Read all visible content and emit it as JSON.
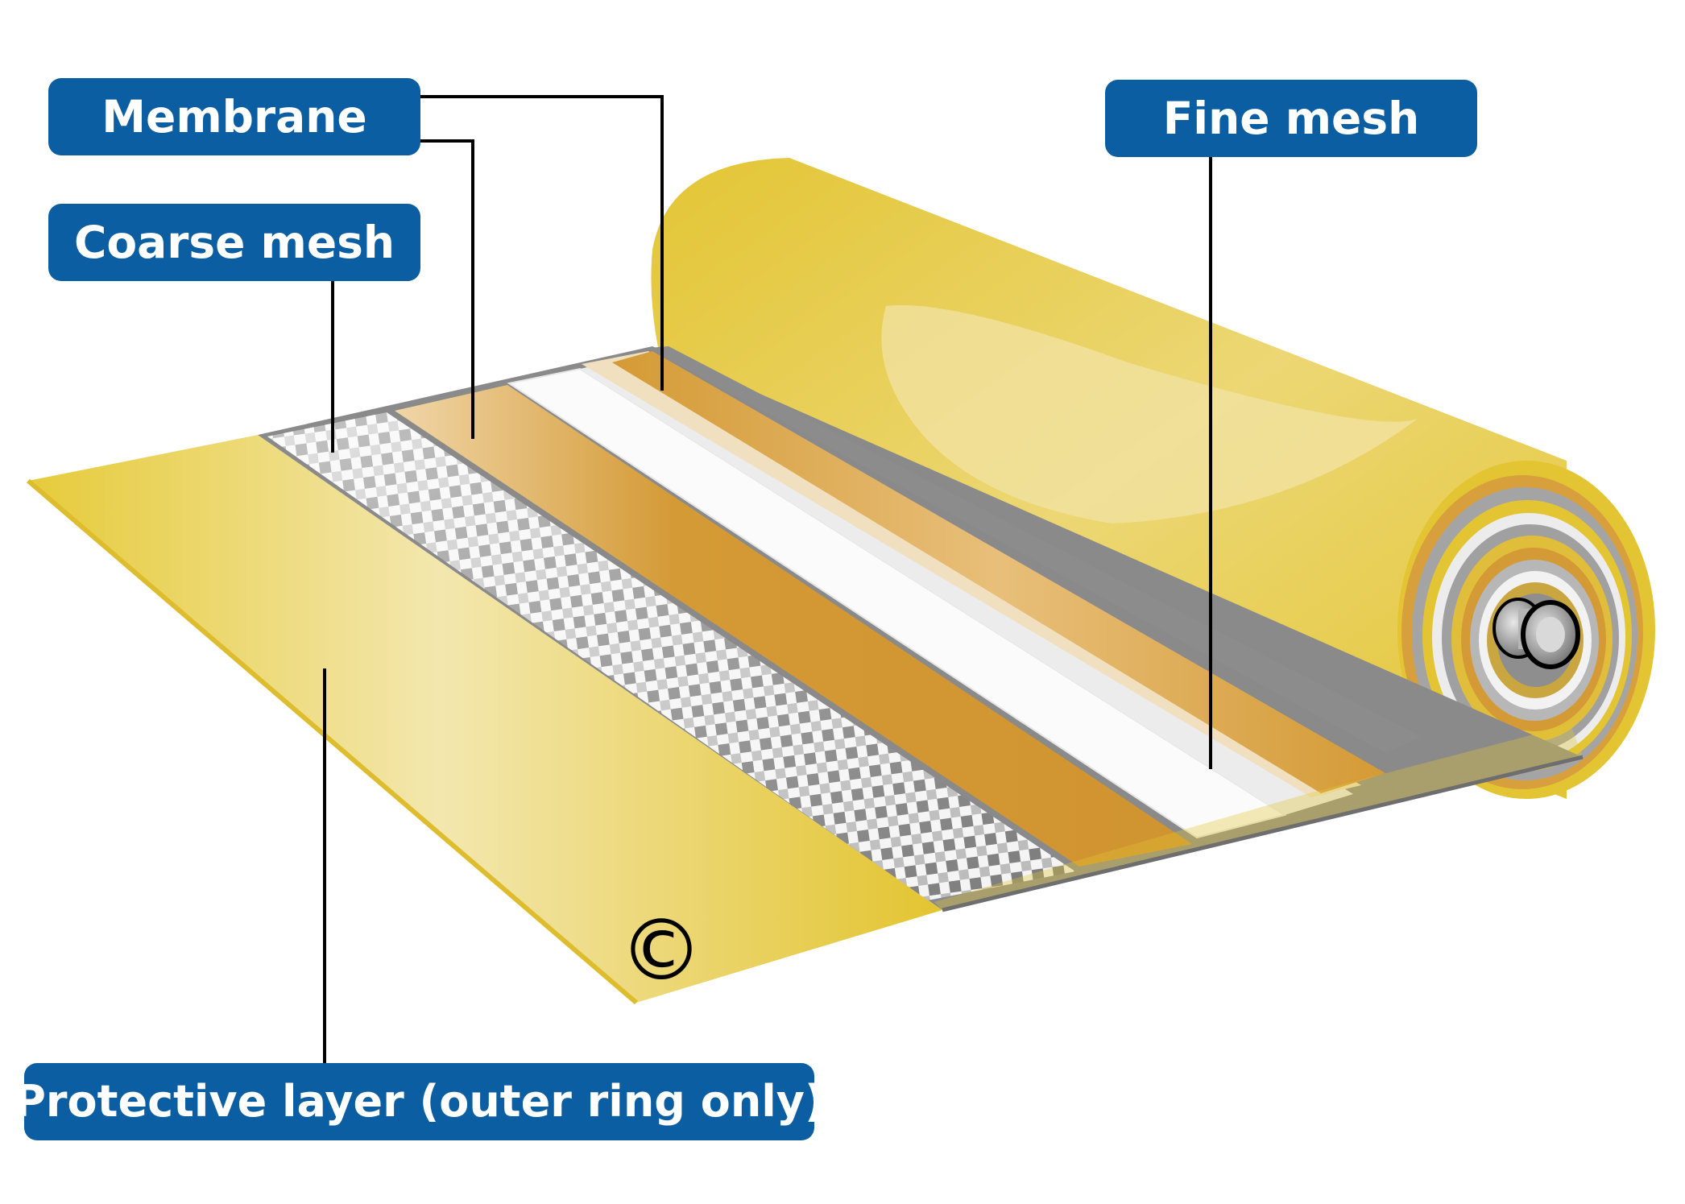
{
  "labels": {
    "membrane": "Membrane",
    "coarse_mesh": "Coarse mesh",
    "fine_mesh": "Fine mesh",
    "protective_layer": "Protective layer (outer ring only)"
  },
  "copyright_symbol": "©",
  "colors": {
    "label_background": "#0b5ea2",
    "label_text": "#ffffff",
    "protective_layer": "#e3c534",
    "membrane_band": "#d49a35",
    "fine_mesh_band": "#f2f2f2",
    "coarse_mesh": "#555555",
    "leader_line": "#000000"
  }
}
